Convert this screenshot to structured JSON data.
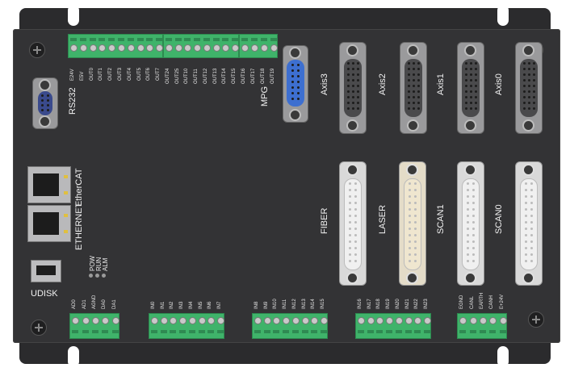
{
  "ports": {
    "rs232": "RS232",
    "mpg": "MPG",
    "axis3": "Axis3",
    "axis2": "Axis2",
    "axis1": "Axis1",
    "axis0": "Axis0",
    "ethercat": "EtherCAT",
    "ethernet": "ETHERNET",
    "udisk": "UDISK",
    "fiber": "FIBER",
    "laser": "LASER",
    "scan1": "SCAN1",
    "scan0": "SCAN0"
  },
  "leds": [
    "POW",
    "RUN",
    "ALM"
  ],
  "top_block1": [
    "E24V",
    "E5V",
    "OUT0",
    "OUT1",
    "OUT2",
    "OUT3",
    "OUT4",
    "OUT5",
    "OUT6",
    "OUT7"
  ],
  "top_block2": [
    "OUT24",
    "OUT25",
    "OUT10",
    "OUT11",
    "OUT12",
    "OUT13",
    "OUT14",
    "OUT15"
  ],
  "top_block3": [
    "OUT16",
    "OUT17",
    "OUT18",
    "OUT19"
  ],
  "bottom_block1": [
    "AD0",
    "AD1",
    "AGND",
    "DA0",
    "DA1"
  ],
  "bottom_block2": [
    "IN0",
    "IN1",
    "IN2",
    "IN3",
    "IN4",
    "IN5",
    "IN6",
    "IN7"
  ],
  "bottom_block3": [
    "IN8",
    "IN9",
    "IN10",
    "IN11",
    "IN12",
    "IN13",
    "IN14",
    "IN15"
  ],
  "bottom_block4": [
    "IN16",
    "IN17",
    "IN18",
    "IN19",
    "IN20",
    "IN21",
    "IN22",
    "IN23"
  ],
  "bottom_block5": [
    "EGND",
    "CANL",
    "EARTH",
    "CANH",
    "E+24V"
  ]
}
